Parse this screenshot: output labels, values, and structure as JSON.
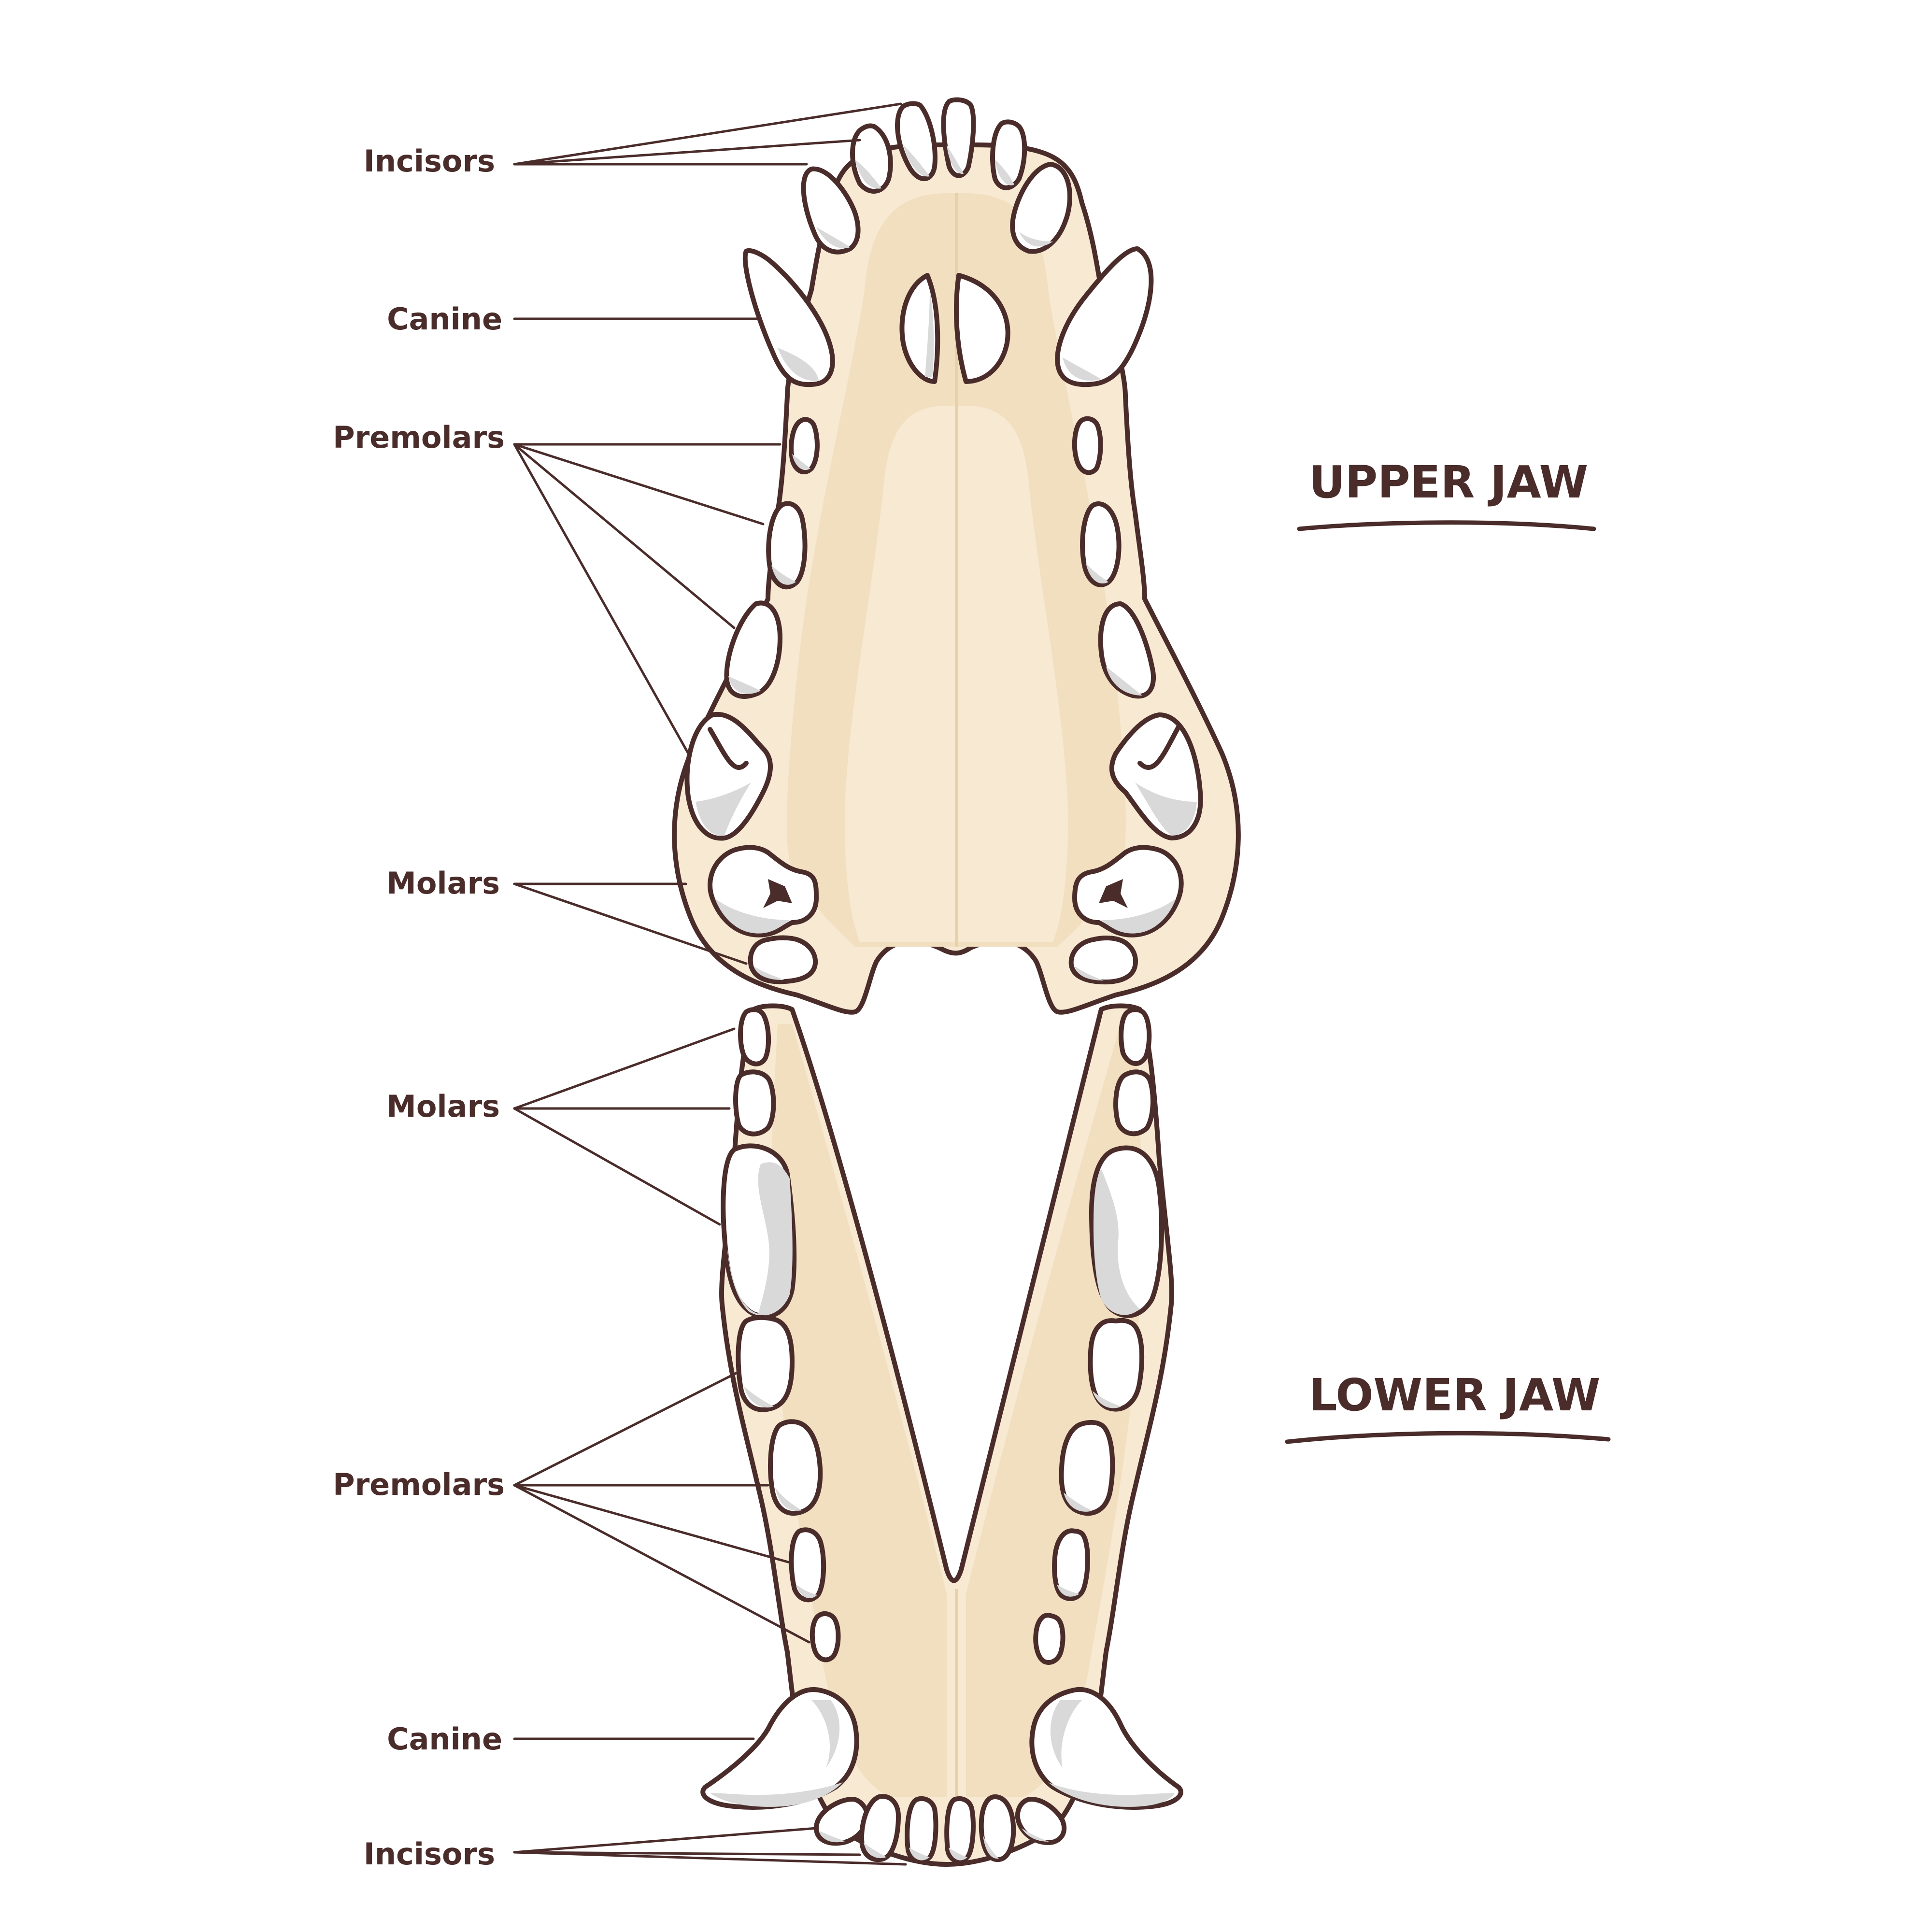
{
  "titles": {
    "upper": "UPPER JAW",
    "lower": "LOWER JAW"
  },
  "labels": {
    "upper_incisors": "Incisors",
    "upper_canine": "Canine",
    "upper_premolars": "Premolars",
    "upper_molars": "Molars",
    "lower_molars": "Molars",
    "lower_premolars": "Premolars",
    "lower_canine": "Canine",
    "lower_incisors": "Incisors"
  },
  "colors": {
    "outline": "#4a2c2a",
    "bone": "#f7e9d2",
    "bone_shade": "#f1dfc0",
    "tooth": "#ffffff",
    "tooth_shade": "#d9d9d9",
    "text": "#4a2c2a"
  }
}
